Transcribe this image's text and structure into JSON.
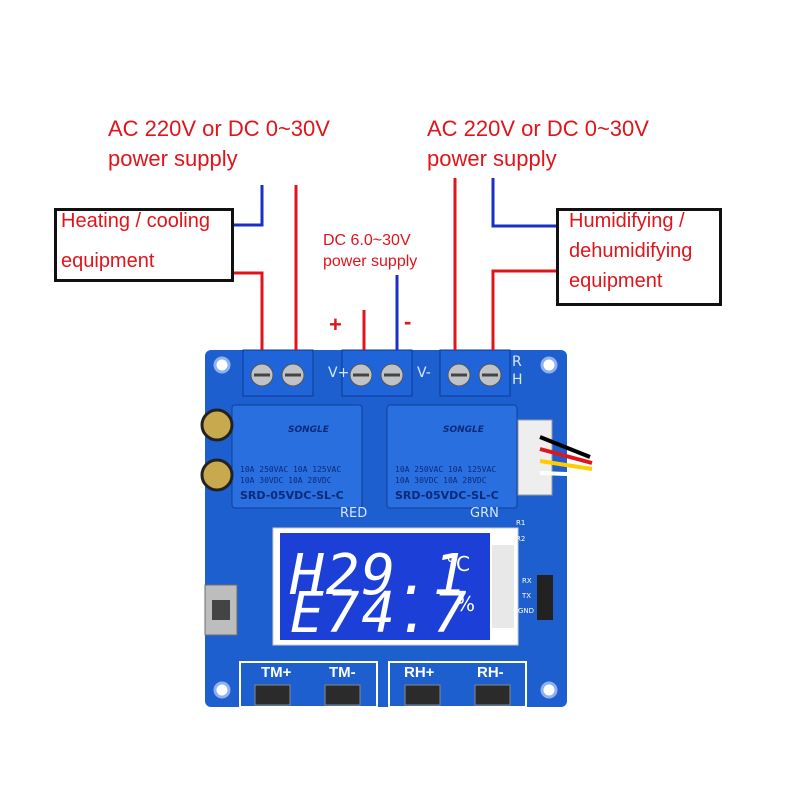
{
  "labels": {
    "left_supply_line1": "AC 220V or DC 0~30V",
    "left_supply_line2": "power supply",
    "right_supply_line1": "AC 220V or DC 0~30V",
    "right_supply_line2": "power supply",
    "heating_line1": "Heating / cooling",
    "heating_line2": "equipment",
    "humid_line1": "Humidifying /",
    "humid_line2": "dehumidifying",
    "humid_line3": "equipment",
    "dc_line1": "DC 6.0~30V",
    "dc_line2": "power supply",
    "plus": "+",
    "minus": "-"
  },
  "board": {
    "v_plus": "V+",
    "v_minus": "V-",
    "rh_r": "R",
    "rh_h": "H",
    "red": "RED",
    "grn": "GRN",
    "r1": "R1",
    "r2": "R2",
    "rx": "RX",
    "tx": "TX",
    "gnd": "GND"
  },
  "relays": [
    {
      "brand": "SONGLE",
      "spec1": "10A 250VAC  10A 125VAC",
      "spec2": "10A  30VDC  10A  28VDC",
      "model": "SRD-05VDC-SL-C"
    },
    {
      "brand": "SONGLE",
      "spec1": "10A 250VAC  10A 125VAC",
      "spec2": "10A  30VDC  10A  28VDC",
      "model": "SRD-05VDC-SL-C"
    }
  ],
  "display": {
    "line1": "H29.1",
    "line2": "E74.7",
    "unit1": "°C",
    "unit2": "%"
  },
  "buttons": {
    "tm_plus": "TM+",
    "tm_minus": "TM-",
    "rh_plus": "RH+",
    "rh_minus": "RH-"
  },
  "colors": {
    "pcb": "#1d5fcf",
    "label_red": "#e0141b",
    "wire_red": "#e0141b",
    "wire_blue": "#1a2fc7",
    "terminal_blue": "#1f64d8",
    "lcd_bg": "#1c3fd8"
  }
}
